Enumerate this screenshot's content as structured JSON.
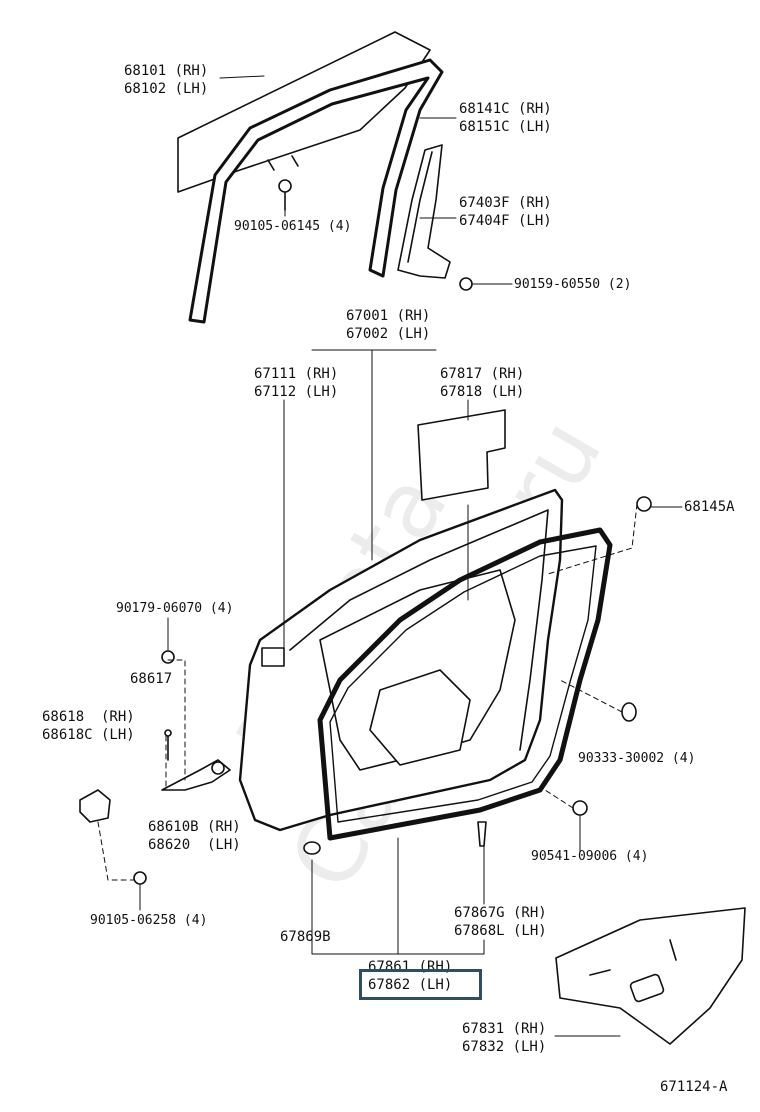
{
  "watermark": "Toyota-CarMine.ru",
  "figure_code": "671124-A",
  "highlight_color": "#2f4f5f",
  "parts": {
    "glass": {
      "rh": "68101 (RH)",
      "lh": "68102 (LH)"
    },
    "run_channel": {
      "rh": "68141C (RH)",
      "lh": "68151C (LH)"
    },
    "division_bar": {
      "rh": "67403F (RH)",
      "lh": "67404F (LH)"
    },
    "screw_90159": "90159-60550 (2)",
    "bolt_90105_06145": "90105-06145 (4)",
    "door_panel": {
      "rh": "67001 (RH)",
      "lh": "67002 (LH)"
    },
    "hinge_67111": {
      "rh": "67111 (RH)",
      "lh": "67112 (LH)"
    },
    "hole_cover": {
      "rh": "67817 (RH)",
      "lh": "67818 (LH)"
    },
    "clip_68145A": "68145A",
    "bolt_90179": "90179-06070 (4)",
    "pin_68617": "68617",
    "hinge_68618": {
      "rh": "68618  (RH)",
      "lh": "68618C (LH)"
    },
    "check_68610B": {
      "rh": "68610B (RH)",
      "lh": "68620  (LH)"
    },
    "plug_90333": "90333-30002 (4)",
    "clip_90541": "90541-09006 (4)",
    "bolt_90105_06258": "90105-06258 (4)",
    "clip_67869B": "67869B",
    "clip_67867G": {
      "rh": "67867G (RH)",
      "lh": "67868L (LH)"
    },
    "weatherstrip": {
      "rh": "67861 (RH)",
      "lh": "67862 (LH)"
    },
    "trim_67831": {
      "rh": "67831 (RH)",
      "lh": "67832 (LH)"
    }
  }
}
